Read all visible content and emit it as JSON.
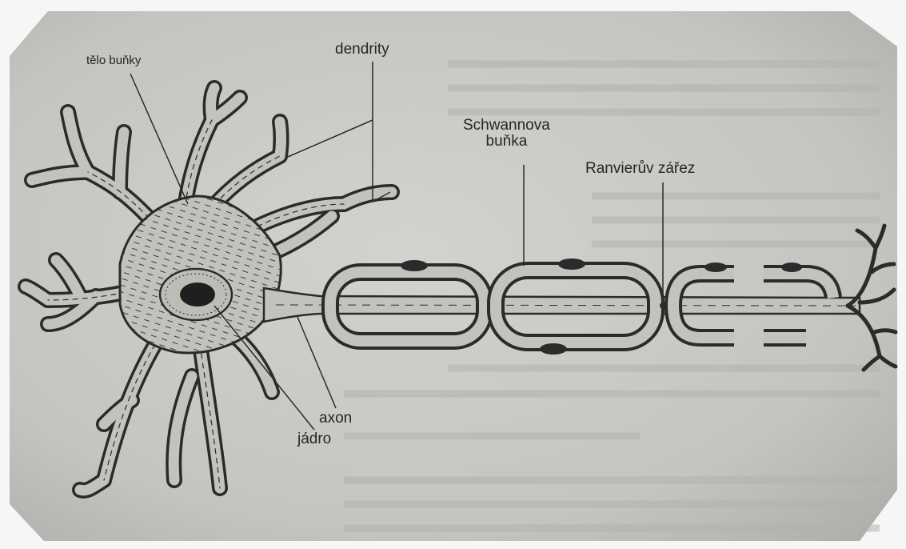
{
  "labels": {
    "cell_body": "tělo buňky",
    "dendrites": "dendrity",
    "schwann_line1": "Schwannova",
    "schwann_line2": "buňka",
    "ranvier": "Ranvierův zářez",
    "axon": "axon",
    "nucleus": "jádro"
  },
  "colors": {
    "paper": "#c9c9c5",
    "ink": "#2b2b2b",
    "frame": "#f6f6f6"
  }
}
